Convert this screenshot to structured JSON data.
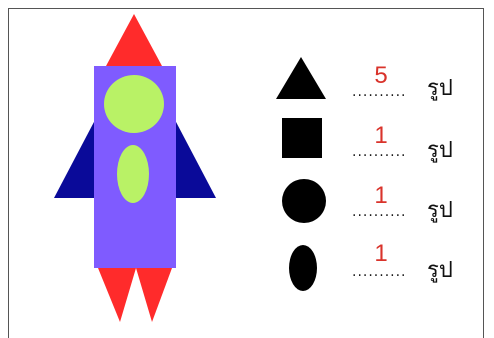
{
  "colors": {
    "rocket_nose": "#ff2b2b",
    "rocket_body": "#7f5bff",
    "rocket_fins": "#0a0a99",
    "rocket_windows": "#b9f266",
    "rocket_exhaust": "#ff2b2b",
    "shape_fill": "#000000",
    "answer": "#d9332b"
  },
  "shape_counts": [
    {
      "shape": "triangle-icon",
      "dots": "..........",
      "count": "5",
      "unit": "รูป"
    },
    {
      "shape": "square-icon",
      "dots": "..........",
      "count": "1",
      "unit": "รูป"
    },
    {
      "shape": "circle-icon",
      "dots": "..........",
      "count": "1",
      "unit": "รูป"
    },
    {
      "shape": "oval-icon",
      "dots": "..........",
      "count": "1",
      "unit": "รูป"
    }
  ]
}
